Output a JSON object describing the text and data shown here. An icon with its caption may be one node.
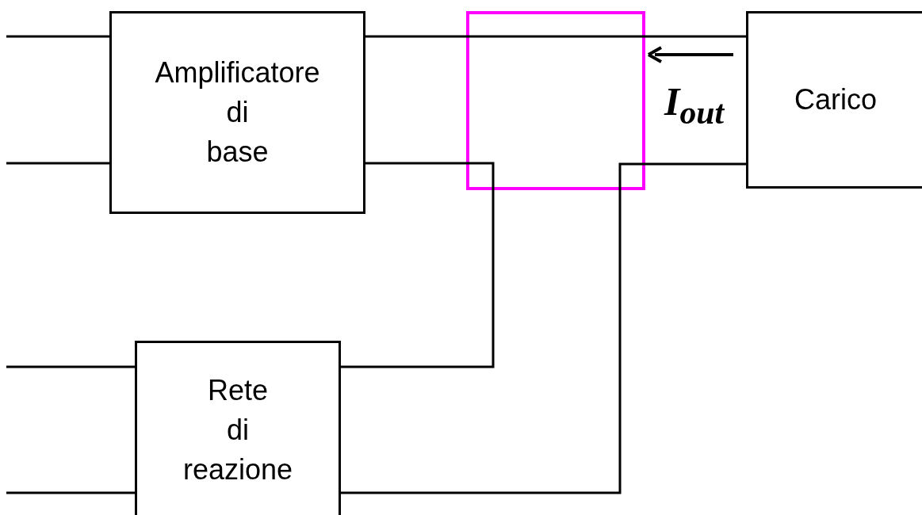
{
  "diagram": {
    "nodes": [
      {
        "text": [
          "Amplificatore di base"
        ]
      },
      {
        "text": [
          "Carico"
        ]
      },
      {
        "text": [
          "Rete di reazione"
        ]
      }
    ],
    "edges": [
      {
        "from": null,
        "to": 0,
        "arrow": "none"
      },
      {
        "from": null,
        "to": 0,
        "arrow": "none"
      },
      {
        "from": null,
        "to": 2,
        "arrow": "none"
      },
      {
        "from": null,
        "to": 2,
        "arrow": "none"
      },
      {
        "from": 0,
        "to": 1,
        "arrow": "none"
      },
      {
        "from": 0,
        "to": 2,
        "arrow": "none"
      },
      {
        "from": 2,
        "to": 1,
        "arrow": "none"
      }
    ],
    "labels": [
      "I$_{out}$"
    ]
  }
}
